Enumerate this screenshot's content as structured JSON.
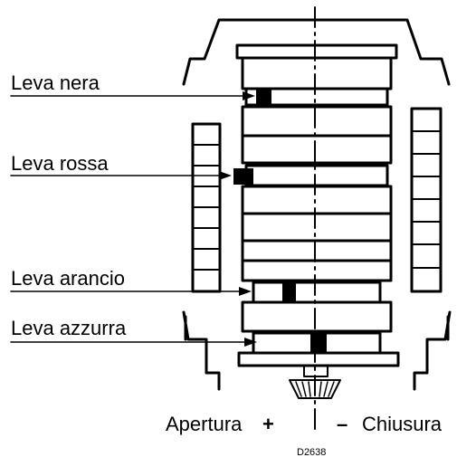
{
  "labels": {
    "leva_nera": "Leva nera",
    "leva_rossa": "Leva rossa",
    "leva_arancio": "Leva arancio",
    "leva_azzurra": "Leva azzurra"
  },
  "direction": {
    "apertura": "Apertura",
    "plus": "+",
    "minus": "–",
    "chiusura": "Chiusura"
  },
  "code": "D2638",
  "colors": {
    "ink": "#000000",
    "paper": "#ffffff"
  }
}
